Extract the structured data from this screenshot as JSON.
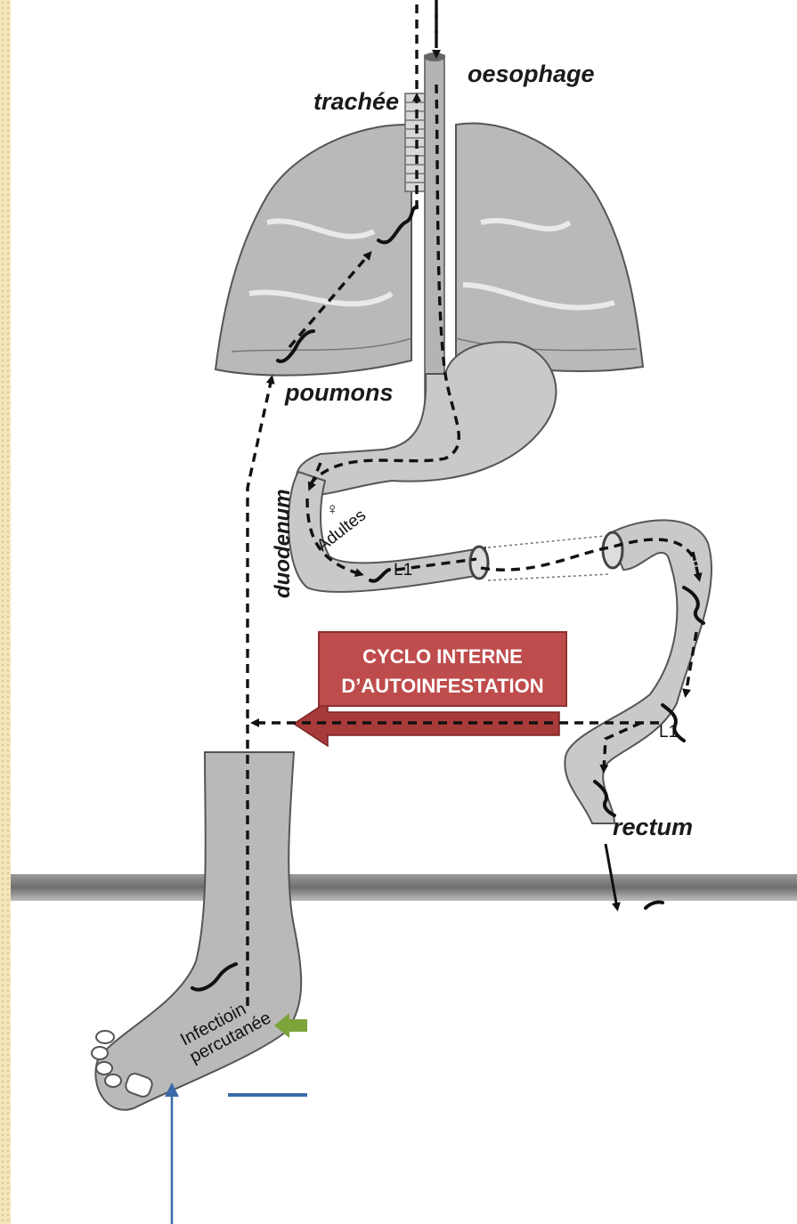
{
  "labels": {
    "trachea": "trachée",
    "esophagus": "oesophage",
    "lungs": "poumons",
    "duodenum": "duodenum",
    "adults": "Adultes",
    "larva_1": "L1",
    "larva_2": "L1",
    "rectum": "rectum",
    "infection": "Infectioin percutanée"
  },
  "banner": {
    "line1": "CYCLO INTERNE",
    "line2": "D’AUTOINFESTATION"
  },
  "colors": {
    "banner_fill": "#bf4c4c",
    "arrow_fill": "#a83a3a",
    "organ_fill": "#b9b9b9",
    "ground": "#7a7a7a",
    "green_arrow": "#7da33b",
    "blue_line": "#3a6aa8",
    "side_pattern": "#e8d7a5"
  }
}
